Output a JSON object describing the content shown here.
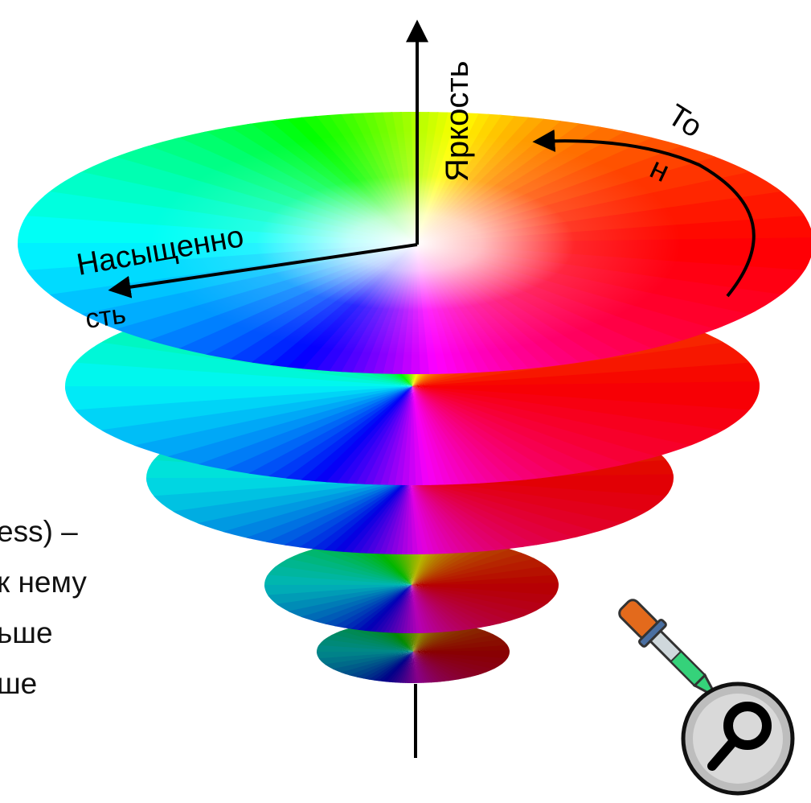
{
  "axes": {
    "brightness_label": "Яркость",
    "saturation_label_line1": "Насыщенно",
    "saturation_label_line2": "сть",
    "hue_label_part1": "То",
    "hue_label_part2": "н"
  },
  "body_text": [
    "ess) –",
    "к нему",
    "ьше",
    "ше"
  ],
  "icons": {
    "corner_icon": "eyedropper-magnifier-icon"
  },
  "colors": {
    "axis": "#000000",
    "text": "#111111"
  }
}
